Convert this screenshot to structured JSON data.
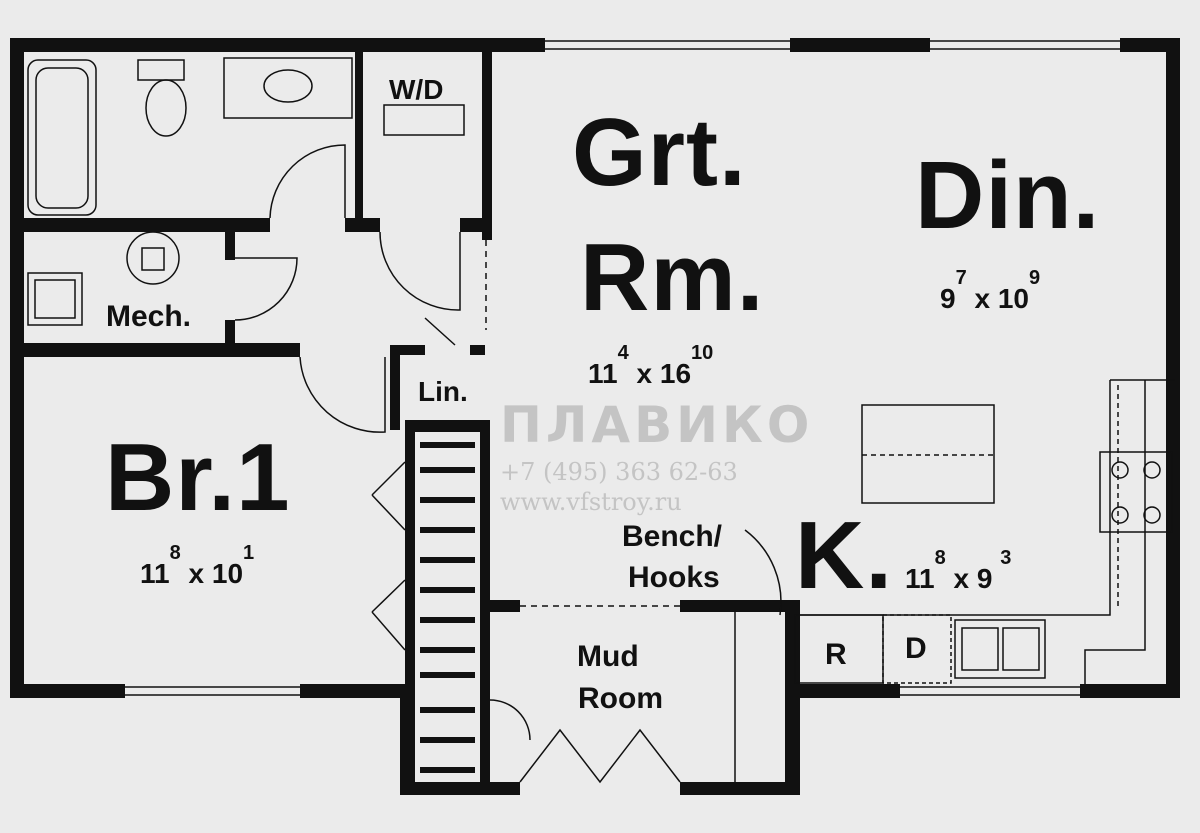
{
  "rooms": {
    "great_room": {
      "name_line1": "Grt.",
      "name_line2": "Rm.",
      "dim_w": "11",
      "dim_w_in": "4",
      "dim_x": "x",
      "dim_l": "16",
      "dim_l_in": "10"
    },
    "dining": {
      "name": "Din.",
      "dim_w": "9",
      "dim_w_in": "7",
      "dim_x": "x",
      "dim_l": "10",
      "dim_l_in": "9"
    },
    "kitchen": {
      "name": "K.",
      "dim_w": "11",
      "dim_w_in": "8",
      "dim_x": "x",
      "dim_l": "9",
      "dim_l_in": "3"
    },
    "bedroom1": {
      "name": "Br.1",
      "dim_w": "11",
      "dim_w_in": "8",
      "dim_x": "x",
      "dim_l": "10",
      "dim_l_in": "1"
    },
    "mech": {
      "name": "Mech."
    },
    "linen": {
      "name": "Lin."
    },
    "washer_dryer": {
      "name": "W/D"
    },
    "mud_room": {
      "line1": "Mud",
      "line2": "Room"
    },
    "bench": {
      "line1": "Bench/",
      "line2": "Hooks"
    },
    "fridge": {
      "name": "R"
    },
    "dishwasher": {
      "name": "D"
    }
  },
  "watermark": {
    "logo": "ПЛАВИКО",
    "phone": "+7 (495) 363 62-63",
    "website": "www.vfstroy.ru"
  },
  "colors": {
    "wall": "#111111",
    "background": "#ebebeb",
    "watermark": "#c4c4c4"
  }
}
